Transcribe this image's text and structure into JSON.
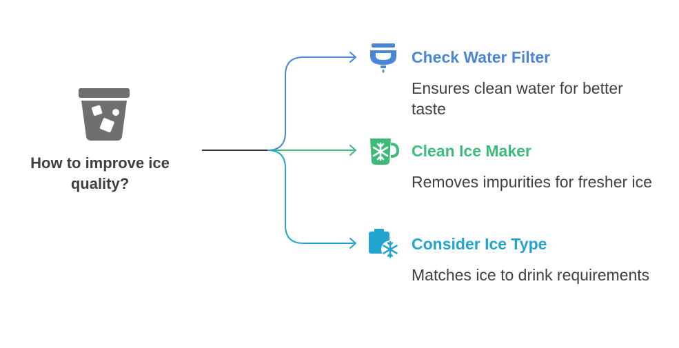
{
  "root": {
    "label": "How to improve ice quality?",
    "icon": "ice-glass-icon",
    "color": "#6f6f6f"
  },
  "branches": [
    {
      "title": "Check Water Filter",
      "description": "Ensures clean water for better taste",
      "icon": "water-filter-icon",
      "color": "#4a86d8"
    },
    {
      "title": "Clean Ice Maker",
      "description": "Removes impurities for fresher ice",
      "icon": "ice-maker-icon",
      "color": "#3dbb7a"
    },
    {
      "title": "Consider Ice Type",
      "description": "Matches ice to drink requirements",
      "icon": "ice-type-icon",
      "color": "#22a4cf"
    }
  ]
}
